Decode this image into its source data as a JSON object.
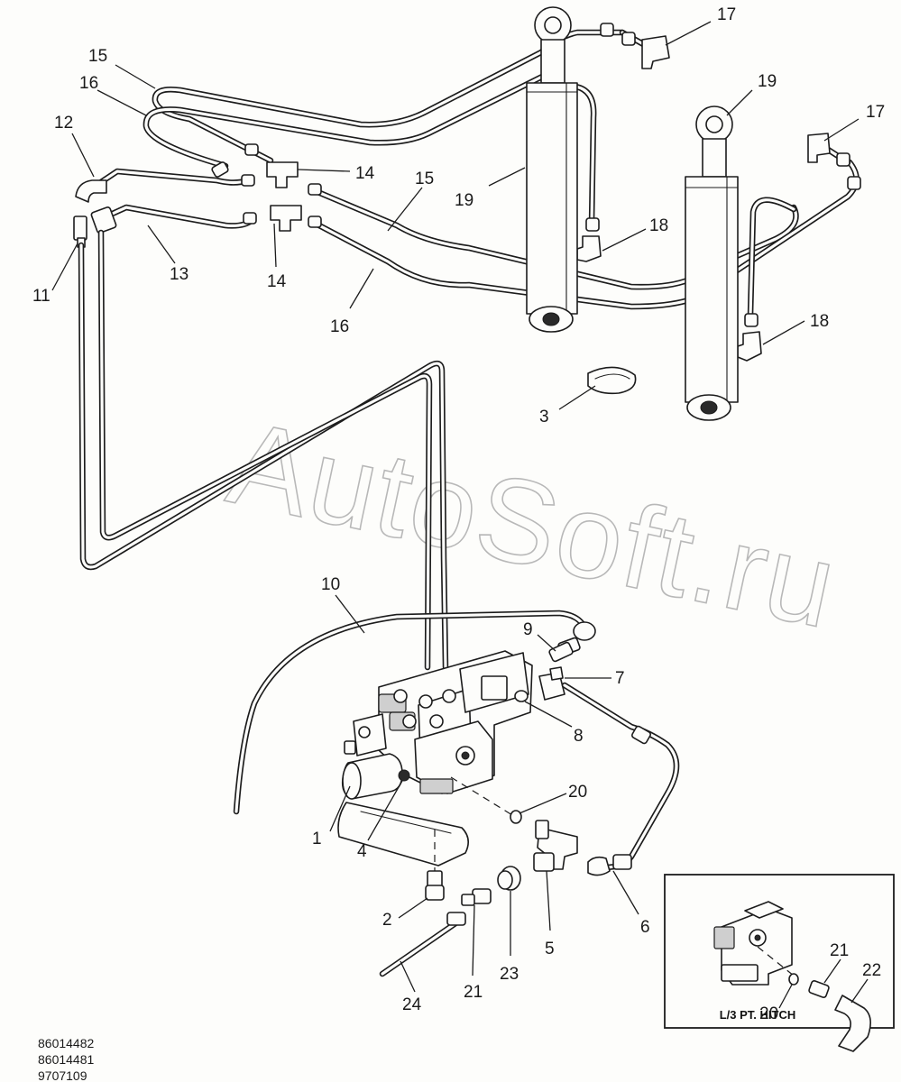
{
  "diagram": {
    "watermark": "AutoSoft.ru",
    "callouts": [
      {
        "id": "c17a",
        "label": "17"
      },
      {
        "id": "c19a",
        "label": "19"
      },
      {
        "id": "c17b",
        "label": "17"
      },
      {
        "id": "c15a",
        "label": "15"
      },
      {
        "id": "c16a",
        "label": "16"
      },
      {
        "id": "c12",
        "label": "12"
      },
      {
        "id": "c14a",
        "label": "14"
      },
      {
        "id": "c15b",
        "label": "15"
      },
      {
        "id": "c19b",
        "label": "19"
      },
      {
        "id": "c18a",
        "label": "18"
      },
      {
        "id": "c13",
        "label": "13"
      },
      {
        "id": "c14b",
        "label": "14"
      },
      {
        "id": "c11",
        "label": "11"
      },
      {
        "id": "c16b",
        "label": "16"
      },
      {
        "id": "c18b",
        "label": "18"
      },
      {
        "id": "c3",
        "label": "3"
      },
      {
        "id": "c10",
        "label": "10"
      },
      {
        "id": "c9",
        "label": "9"
      },
      {
        "id": "c7",
        "label": "7"
      },
      {
        "id": "c8",
        "label": "8"
      },
      {
        "id": "c20a",
        "label": "20"
      },
      {
        "id": "c1",
        "label": "1"
      },
      {
        "id": "c4",
        "label": "4"
      },
      {
        "id": "c2",
        "label": "2"
      },
      {
        "id": "c6",
        "label": "6"
      },
      {
        "id": "c5",
        "label": "5"
      },
      {
        "id": "c21a",
        "label": "21"
      },
      {
        "id": "c23",
        "label": "23"
      },
      {
        "id": "c24",
        "label": "24"
      },
      {
        "id": "c21b",
        "label": "21"
      },
      {
        "id": "c22",
        "label": "22"
      },
      {
        "id": "c20b",
        "label": "20"
      }
    ],
    "inset": {
      "caption": "L/3 PT. HITCH"
    },
    "part_numbers": [
      "86014482",
      "86014481",
      "9707109"
    ]
  }
}
